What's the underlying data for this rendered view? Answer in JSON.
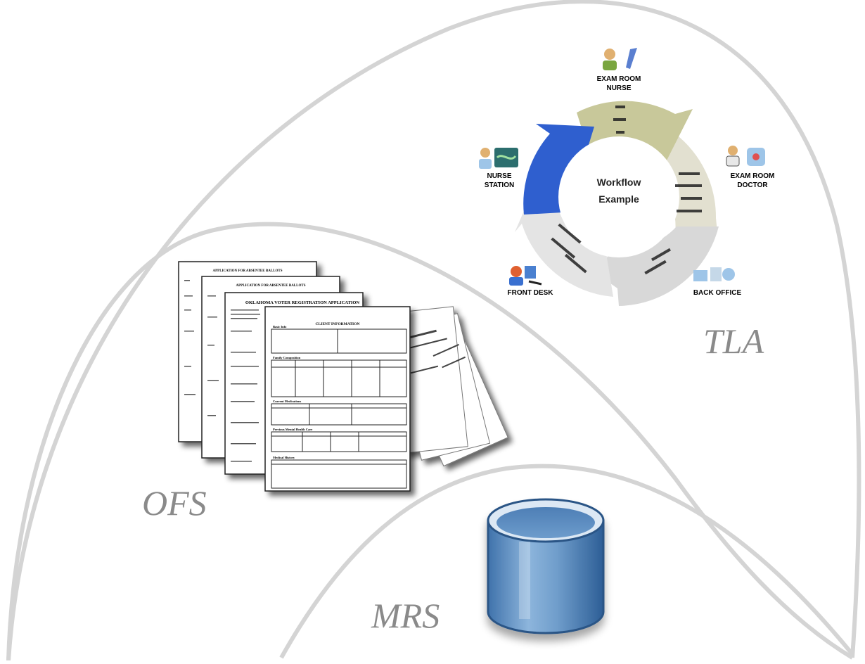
{
  "regions": {
    "tla": "TLA",
    "ofs": "OFS",
    "mrs": "MRS"
  },
  "workflow": {
    "center_line1": "Workflow",
    "center_line2": "Example",
    "nodes": {
      "top": [
        "EXAM ROOM",
        "NURSE"
      ],
      "right": [
        "EXAM ROOM",
        "DOCTOR"
      ],
      "bottom_right": [
        "BACK OFFICE"
      ],
      "bottom_left": [
        "FRONT DESK"
      ],
      "left": [
        "NURSE",
        "STATION"
      ]
    },
    "colors": {
      "arc_blue": "#2f5fcf",
      "arc_olive": "#c8c89a",
      "arc_light": "#dcdcdc"
    }
  },
  "documents": {
    "back_title": "APPLICATION FOR ABSENTEE BALLOTS",
    "middle_title": "APPLICATION FOR ABSENTEE BALLOTS",
    "front_title": "OKLAHOMA VOTER REGISTRATION APPLICATION",
    "form_title": "CLIENT INFORMATION",
    "sections": [
      "Basic Info",
      "Family Composition",
      "Current Medications",
      "Previous Mental Health Care",
      "Medical History"
    ]
  },
  "database": {
    "icon": "database-cylinder-icon",
    "color": "#5b8fc4"
  }
}
